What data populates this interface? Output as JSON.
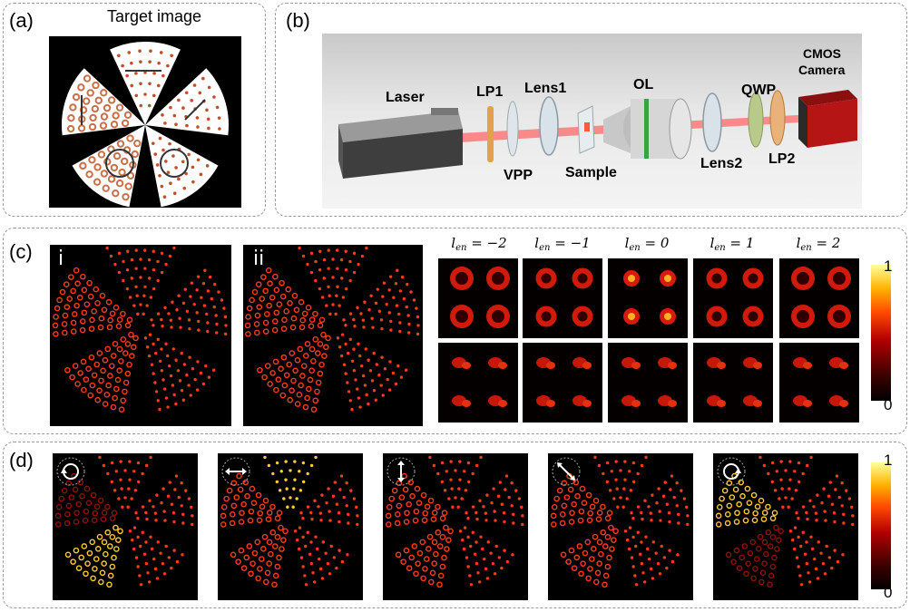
{
  "panel_a": {
    "label": "(a)",
    "title": "Target image"
  },
  "panel_b": {
    "label": "(b)",
    "components": {
      "laser": "Laser",
      "lp1": "LP1",
      "lens1": "Lens1",
      "vpp": "VPP",
      "sample": "Sample",
      "ol": "OL",
      "lens2": "Lens2",
      "qwp": "QWP",
      "lp2": "LP2",
      "camera_line1": "CMOS",
      "camera_line2": "Camera"
    }
  },
  "panel_c": {
    "label": "(c)",
    "sub_i": "i",
    "sub_ii": "ii",
    "len_labels": [
      {
        "sym": "l",
        "sub": "en",
        "val": " = −2"
      },
      {
        "sym": "l",
        "sub": "en",
        "val": " = −1"
      },
      {
        "sym": "l",
        "sub": "en",
        "val": " = 0"
      },
      {
        "sym": "l",
        "sub": "en",
        "val": " = 1"
      },
      {
        "sym": "l",
        "sub": "en",
        "val": " = 2"
      }
    ],
    "colorbar": {
      "max": "1",
      "min": "0"
    }
  },
  "panel_d": {
    "label": "(d)",
    "icons": [
      "circular-ccw-icon",
      "horizontal-arrow-icon",
      "vertical-arrow-icon",
      "diagonal-arrow-icon",
      "circular-cw-icon"
    ],
    "colorbar": {
      "max": "1",
      "min": "0"
    }
  }
}
